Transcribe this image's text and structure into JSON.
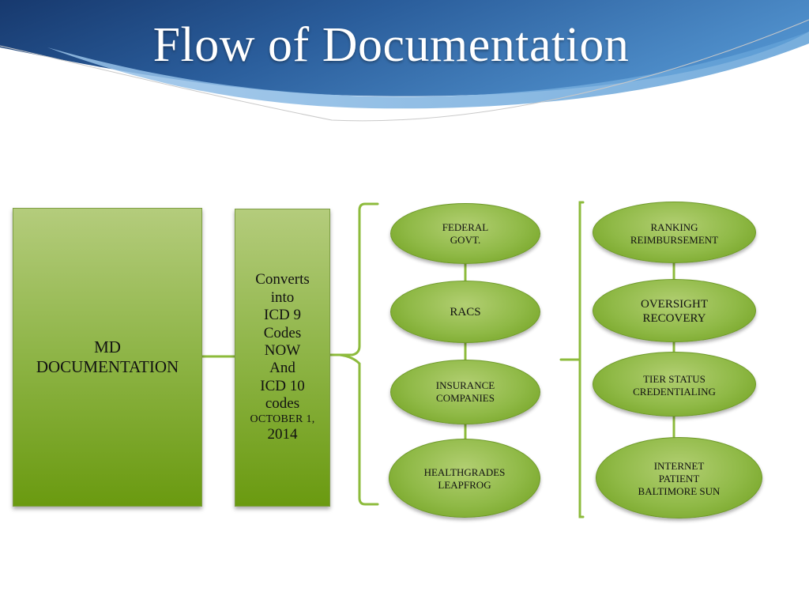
{
  "slide": {
    "title": "Flow of Documentation"
  },
  "colors": {
    "banner_dark": "#1e4a84",
    "banner_light": "#6aa6d8",
    "box_green_top": "#b4cc7c",
    "box_green_bottom": "#6a9a10",
    "connector_green": "#8dbb3c"
  },
  "diagram": {
    "source_box": "MD\nDOCUMENTATION",
    "converts_box": {
      "lines": [
        "Converts",
        "into",
        "ICD 9",
        "Codes",
        "NOW",
        "And",
        "ICD 10",
        "codes"
      ],
      "date_line_1": "OCTOBER 1,",
      "date_line_2": "2014"
    },
    "column1": [
      "FEDERAL\nGOVT.",
      "RACS",
      "INSURANCE\nCOMPANIES",
      "HEALTHGRADES\nLEAPFROG"
    ],
    "column2": [
      "RANKING\nREIMBURSEMENT",
      "OVERSIGHT\nRECOVERY",
      "TIER STATUS\nCREDENTIALING",
      "INTERNET\nPATIENT\nBALTIMORE SUN"
    ]
  }
}
